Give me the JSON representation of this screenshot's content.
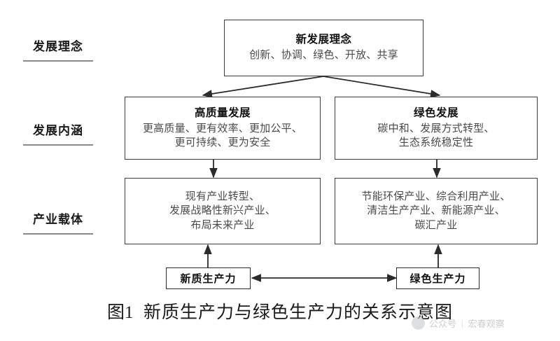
{
  "diagram": {
    "stage_labels": [
      {
        "text": "发展理念"
      },
      {
        "text": "发展内涵"
      },
      {
        "text": "产业载体"
      }
    ],
    "nodes": {
      "concept": {
        "title": "新发展理念",
        "body": "创新、协调、绿色、开放、共享"
      },
      "high_quality": {
        "title": "高质量发展",
        "body_line1": "更高质量、更有效率、更加公平、",
        "body_line2": "更可持续、更为安全"
      },
      "green_dev": {
        "title": "绿色发展",
        "body_line1": "碳中和、发展方式转型、",
        "body_line2": "生态系统稳定性"
      },
      "carrier_left": {
        "body_line1": "现有产业转型、",
        "body_line2": "发展战略性新兴产业、",
        "body_line3": "布局未来产业"
      },
      "carrier_right": {
        "body_line1": "节能环保产业、综合利用产业、",
        "body_line2": "清洁生产产业、新能源产业、",
        "body_line3": "碳汇产业"
      },
      "new_productivity": {
        "title": "新质生产力"
      },
      "green_productivity": {
        "title": "绿色生产力"
      }
    },
    "caption": {
      "figure_number": "图1",
      "text": "新质生产力与绿色生产力的关系示意图"
    },
    "watermark": {
      "label": "公众号",
      "separator": "|",
      "account": "宏春观察"
    },
    "colors": {
      "box_border": "#3d3d3d",
      "title_text": "#111111",
      "body_text": "#4a4a4a",
      "rule": "#8a8a8a",
      "connector": "#2b2b2b"
    }
  }
}
